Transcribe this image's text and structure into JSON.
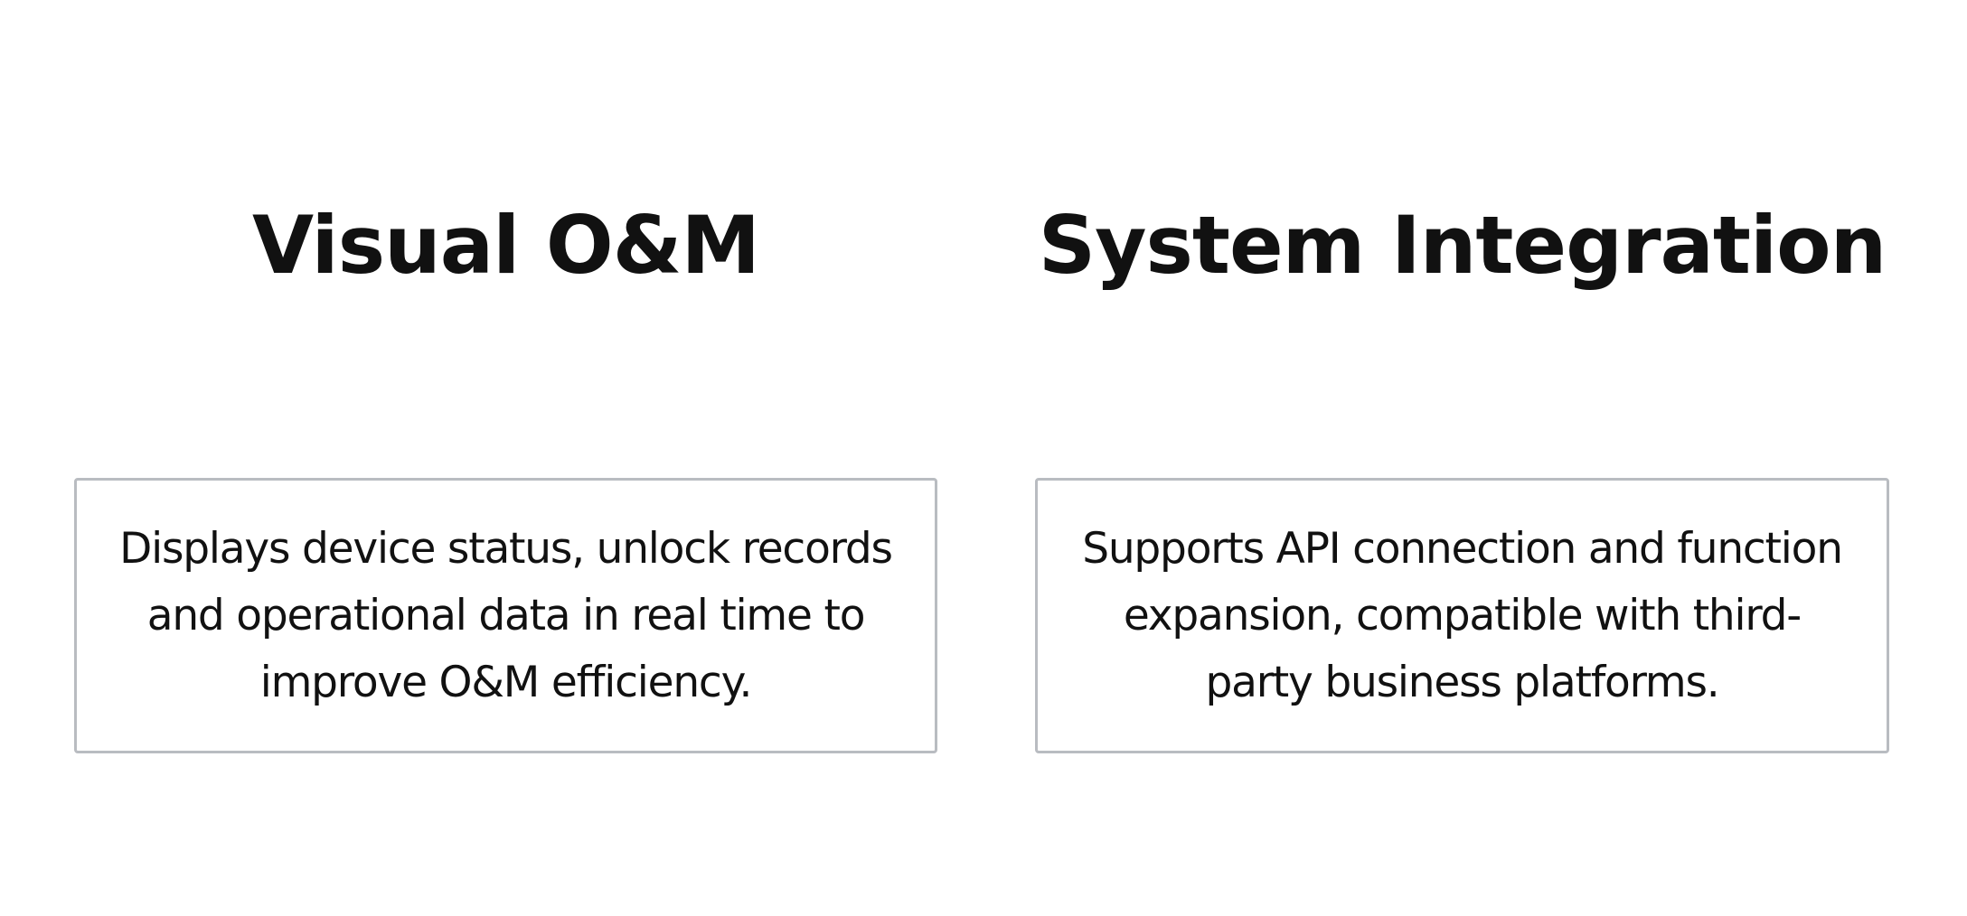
{
  "features": [
    {
      "title": "Visual O&M",
      "description_lines": [
        "Displays device status, unlock records",
        "and operational data in real time to",
        "improve O&M efficiency."
      ]
    },
    {
      "title": "System Integration",
      "description_lines": [
        "Supports API connection and function",
        "expansion, compatible with third-",
        "party business platforms."
      ]
    }
  ]
}
